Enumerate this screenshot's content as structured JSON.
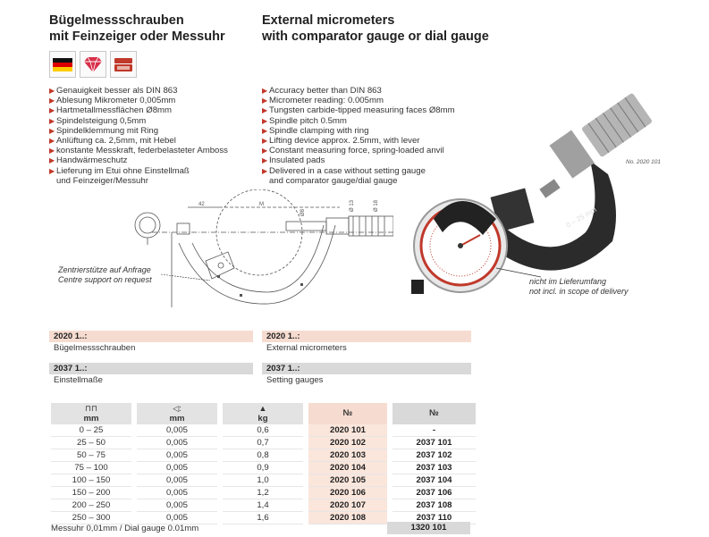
{
  "titles": {
    "de_line1": "Bügelmessschrauben",
    "de_line2": "mit Feinzeiger oder Messuhr",
    "en_line1": "External micrometers",
    "en_line2": "with comparator gauge or dial gauge"
  },
  "icons": [
    "flag-germany-icon",
    "diamond-icon",
    "case-icon"
  ],
  "features_de": [
    "Genauigkeit besser als DIN 863",
    "Ablesung Mikrometer 0,005mm",
    "Hartmetallmessflächen Ø8mm",
    "Spindelsteigung 0,5mm",
    "Spindelklemmung mit Ring",
    "Anlüftung ca. 2,5mm, mit Hebel",
    "konstante Messkraft, federbelasteter Amboss",
    "Handwärmeschutz",
    "Lieferung im Etui ohne Einstellmaß"
  ],
  "features_de_cont": "und Feinzeiger/Messuhr",
  "features_en": [
    "Accuracy better than DIN 863",
    "Micrometer reading: 0.005mm",
    "Tungsten carbide-tipped measuring faces Ø8mm",
    "Spindle pitch 0.5mm",
    "Spindle clamping with ring",
    "Lifting device approx. 2.5mm, with lever",
    "Constant measuring force, spring-loaded anvil",
    "Insulated pads",
    "Delivered in a case without setting gauge"
  ],
  "features_en_cont": "and comparator gauge/dial gauge",
  "drawing": {
    "dim_42": "42",
    "dim_m": "M",
    "dim_d1": "Ø8",
    "dim_d2": "Ø 13",
    "dim_d3": "Ø 18"
  },
  "support_note": {
    "de": "Zentrierstütze auf Anfrage",
    "en": "Centre support on request"
  },
  "photo": {
    "number": "No. 2020 101",
    "thimble_text": "0 – 25 mm"
  },
  "delivery_note": {
    "de": "nicht im Lieferumfang",
    "en": "not incl. in scope of delivery"
  },
  "codes": {
    "micrometer_code": "2020 1..:",
    "micrometer_de": "Bügelmessschrauben",
    "micrometer_en": "External micrometers",
    "gauge_code": "2037 1..:",
    "gauge_de": "Einstellmaße",
    "gauge_en": "Setting gauges"
  },
  "table": {
    "headers": {
      "range_unit": "mm",
      "reading_unit": "mm",
      "weight_unit": "kg",
      "no_a": "№",
      "no_b": "№"
    },
    "rows": [
      {
        "range": "0 – 25",
        "reading": "0,005",
        "weight": "0,6",
        "no_a": "2020 101",
        "no_b": "-"
      },
      {
        "range": "25 – 50",
        "reading": "0,005",
        "weight": "0,7",
        "no_a": "2020 102",
        "no_b": "2037 101"
      },
      {
        "range": "50 – 75",
        "reading": "0,005",
        "weight": "0,8",
        "no_a": "2020 103",
        "no_b": "2037 102"
      },
      {
        "range": "75 – 100",
        "reading": "0,005",
        "weight": "0,9",
        "no_a": "2020 104",
        "no_b": "2037 103"
      },
      {
        "range": "100 – 150",
        "reading": "0,005",
        "weight": "1,0",
        "no_a": "2020 105",
        "no_b": "2037 104"
      },
      {
        "range": "150 – 200",
        "reading": "0,005",
        "weight": "1,2",
        "no_a": "2020 106",
        "no_b": "2037 106"
      },
      {
        "range": "200 – 250",
        "reading": "0,005",
        "weight": "1,4",
        "no_a": "2020 107",
        "no_b": "2037 108"
      },
      {
        "range": "250 – 300",
        "reading": "0,005",
        "weight": "1,6",
        "no_a": "2020 108",
        "no_b": "2037 110"
      }
    ],
    "footer_label": "Messuhr 0,01mm / Dial gauge 0.01mm",
    "footer_value": "1320 101"
  },
  "colors": {
    "accent_red": "#c0392b",
    "pink_bar": "#f6dcd0",
    "grey_bar": "#d9d9d9"
  }
}
